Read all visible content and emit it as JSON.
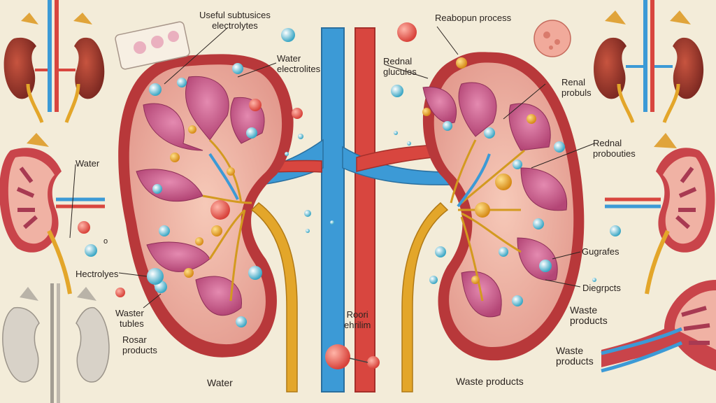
{
  "labels": {
    "useful_substances": "Useful subtusices\nelectrolytes",
    "water_electrolytes": "Water\nelectrolites",
    "reabsorption_process": "Reabopun process",
    "rednal_glucules": "Rednal\nglucules",
    "renal_probuls": "Renal\nprobuls",
    "rednal_probouties": "Rednal\nprobouties",
    "water_left": "Water",
    "hectrolyes": "Hectrolyes",
    "waster_tubles": "Waster\ntubles",
    "rosar_products": "Rosar\nproducts",
    "roori_ehrilim": "Roori\nehrilim",
    "water_bottom": "Water",
    "waste_products_bottom": "Waste products",
    "gugrafes": "Gugrafes",
    "diegrpcts": "Diegrpcts",
    "waste_products_right1": "Waste\nproducts",
    "waste_products_right2": "Waste\nproducts",
    "small_o": "o"
  },
  "colors": {
    "background": "#f3ecd9",
    "vein_blue": "#3c9ad6",
    "artery_red": "#d8463f",
    "ureter_yellow": "#e3a62a",
    "kidney_outer": "#b8383a",
    "kidney_inner": "#e9a39a",
    "pyramid_pink": "#c8578a",
    "adrenal": "#e0a43a"
  }
}
